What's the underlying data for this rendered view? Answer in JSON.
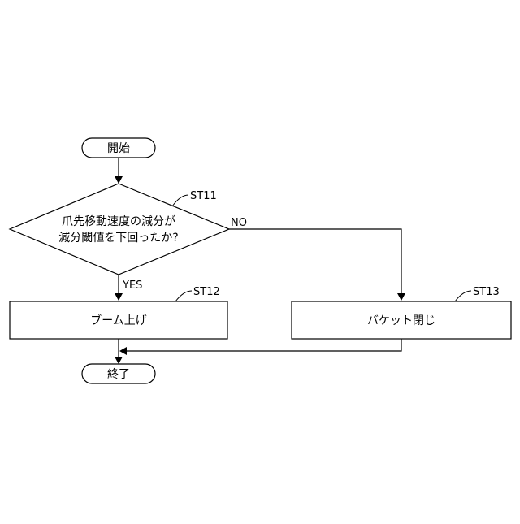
{
  "flowchart": {
    "start": {
      "label": "開始"
    },
    "decision": {
      "step": "ST11",
      "line1": "爪先移動速度の減分が",
      "line2": "減分閾値を下回ったか?",
      "yes_label": "YES",
      "no_label": "NO"
    },
    "process_yes": {
      "step": "ST12",
      "label": "ブーム上げ"
    },
    "process_no": {
      "step": "ST13",
      "label": "バケット閉じ"
    },
    "end": {
      "label": "終了"
    }
  }
}
